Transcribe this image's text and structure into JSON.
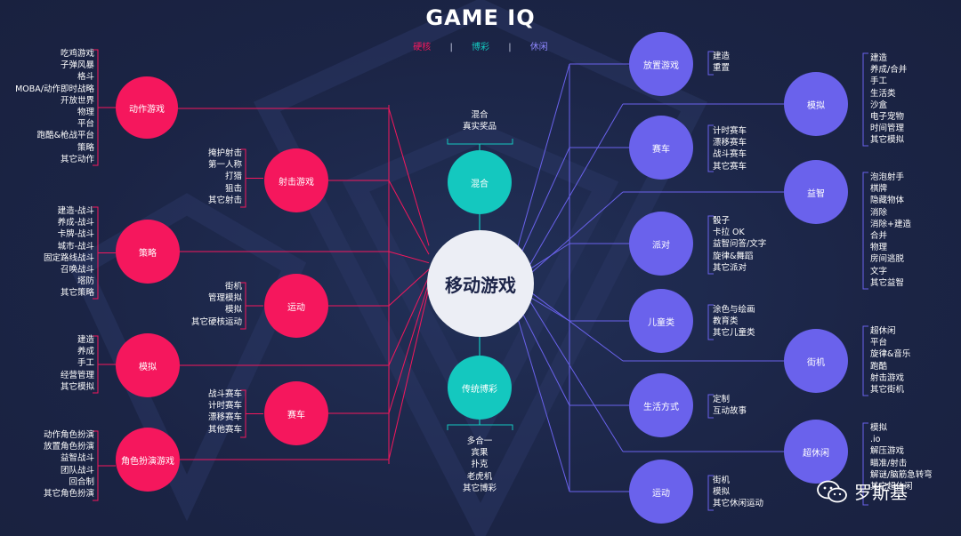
{
  "title": "GAME IQ",
  "legend": [
    "硬核",
    "博彩",
    "休闲"
  ],
  "colors": {
    "hardcore": "#f5175d",
    "gambling": "#14c8bf",
    "casual": "#6a62ec",
    "background": "#1b2445"
  },
  "hub": "移动游戏",
  "hardcore": {
    "action": {
      "label": "动作游戏",
      "items": [
        "吃鸡游戏",
        "子弹风暴",
        "格斗",
        "MOBA/动作即时战略",
        "开放世界",
        "物理",
        "平台",
        "跑酷&枪战平台",
        "策略",
        "其它动作"
      ]
    },
    "shooter": {
      "label": "射击游戏",
      "items": [
        "掩护射击",
        "第一人称",
        "打猎",
        "狙击",
        "其它射击"
      ]
    },
    "strategy": {
      "label": "策略",
      "items": [
        "建造-战斗",
        "养成-战斗",
        "卡牌-战斗",
        "城市-战斗",
        "固定路线战斗",
        "召唤战斗",
        "塔防",
        "其它策略"
      ]
    },
    "sports": {
      "label": "运动",
      "items": [
        "街机",
        "管理模拟",
        "模拟",
        "其它硬核运动"
      ]
    },
    "sim": {
      "label": "模拟",
      "items": [
        "建造",
        "养成",
        "手工",
        "经营管理",
        "其它模拟"
      ]
    },
    "racing": {
      "label": "赛车",
      "items": [
        "战斗赛车",
        "计时赛车",
        "漂移赛车",
        "其他赛车"
      ]
    },
    "rpg": {
      "label": "角色扮演游戏",
      "items": [
        "动作角色扮演",
        "放置角色扮演",
        "益智战斗",
        "团队战斗",
        "回合制",
        "其它角色扮演"
      ]
    }
  },
  "gambling": {
    "mixed": {
      "label": "混合",
      "items": [
        "混合",
        "真实奖品"
      ]
    },
    "traditional": {
      "label": "传统博彩",
      "items": [
        "多合一",
        "宾果",
        "扑克",
        "老虎机",
        "其它博彩"
      ]
    }
  },
  "casual": {
    "idle": {
      "label": "放置游戏",
      "items": [
        "建造",
        "重置"
      ]
    },
    "racing": {
      "label": "赛车",
      "items": [
        "计时赛车",
        "漂移赛车",
        "战斗赛车",
        "其它赛车"
      ]
    },
    "party": {
      "label": "派对",
      "items": [
        "骰子",
        "卡拉 OK",
        "益智问答/文字",
        "旋律&舞蹈",
        "其它派对"
      ]
    },
    "kids": {
      "label": "儿童类",
      "items": [
        "涂色与绘画",
        "教育类",
        "其它儿童类"
      ]
    },
    "lifestyle": {
      "label": "生活方式",
      "items": [
        "定制",
        "互动故事"
      ]
    },
    "sports": {
      "label": "运动",
      "items": [
        "街机",
        "模拟",
        "其它休闲运动"
      ]
    },
    "sim": {
      "label": "模拟",
      "items": [
        "建造",
        "养成/合并",
        "手工",
        "生活类",
        "沙盒",
        "电子宠物",
        "时间管理",
        "其它模拟"
      ]
    },
    "puzzle": {
      "label": "益智",
      "items": [
        "泡泡射手",
        "棋牌",
        "隐藏物体",
        "消除",
        "消除+建造",
        "合并",
        "物理",
        "房间逃脱",
        "文字",
        "其它益智"
      ]
    },
    "arcade": {
      "label": "街机",
      "items": [
        "超休闲",
        "平台",
        "旋律&音乐",
        "跑酷",
        "射击游戏",
        "其它街机"
      ]
    },
    "hypercasual": {
      "label": "超休闲",
      "items": [
        "模拟",
        ".io",
        "解压游戏",
        "瞄准/射击",
        "解谜/脑筋急转弯",
        "其它超休闲"
      ]
    }
  },
  "watermark": "罗斯基"
}
